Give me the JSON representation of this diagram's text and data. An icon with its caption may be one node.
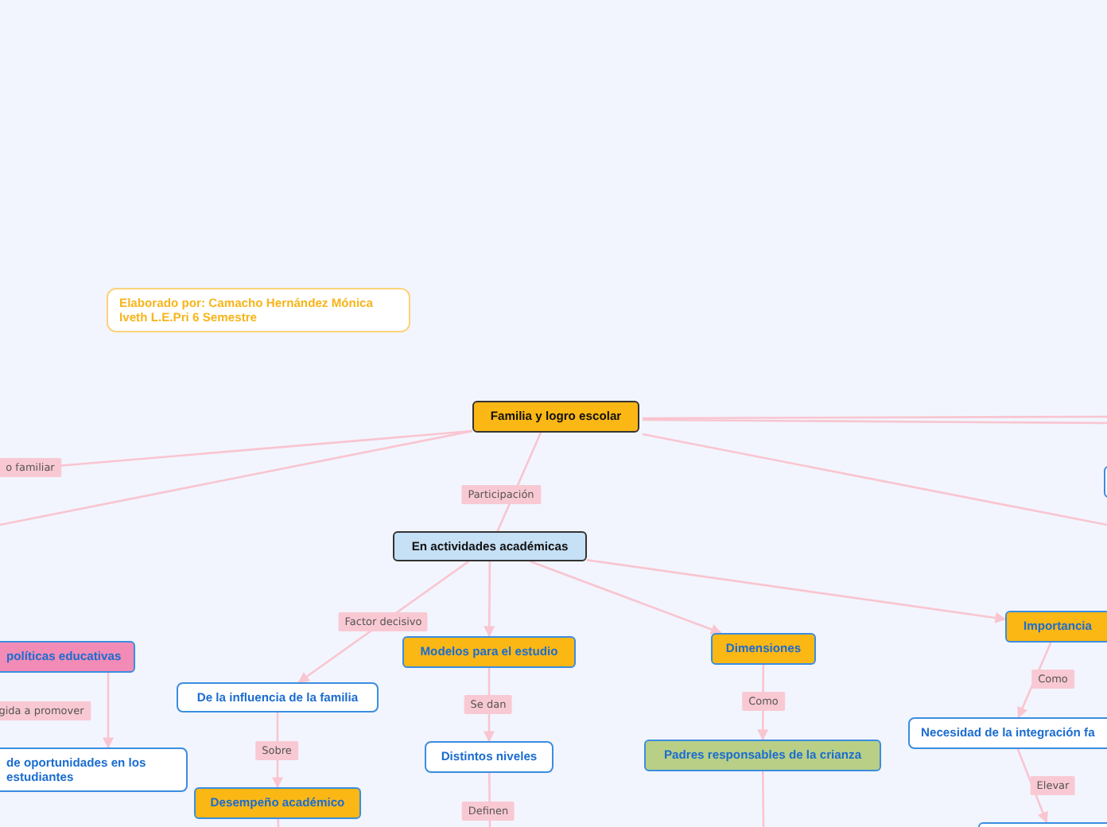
{
  "diagram": {
    "nodes": [
      {
        "text": [
          "Elaborado por: Camacho Hernández Mónica Iveth   L.E.Pri  6 Semestre"
        ]
      },
      {
        "text": [
          "Familia y logro escolar"
        ]
      },
      {
        "text": [
          "En actividades académicas"
        ]
      },
      {
        "text": [
          "Modelos para el estudio"
        ]
      },
      {
        "text": [
          "De la influencia de la familia"
        ]
      },
      {
        "text": [
          "Desempeño académico"
        ]
      },
      {
        "text": [
          "Distintos niveles"
        ]
      },
      {
        "text": [
          "Dimensiones"
        ]
      },
      {
        "text": [
          "Padres responsables de la crianza"
        ]
      },
      {
        "text": [
          "Importancia"
        ]
      },
      {
        "text": [
          "Necesidad de la integración fa"
        ]
      },
      {
        "text": [
          "políticas educativas"
        ]
      },
      {
        "text": [
          "de oportunidades en los estudiantes"
        ]
      },
      {
        "text": [],
        "shape": "box"
      },
      {
        "text": [],
        "shape": "box"
      }
    ],
    "edges": [
      {
        "from": 1,
        "to": null,
        "arrow": "none",
        "label": "o familiar"
      },
      {
        "from": 1,
        "to": null,
        "arrow": "none"
      },
      {
        "from": 1,
        "to": 2,
        "arrow": "none",
        "label": "Participación"
      },
      {
        "from": 1,
        "to": null,
        "arrow": "none"
      },
      {
        "from": 1,
        "to": null,
        "arrow": "none"
      },
      {
        "from": 1,
        "to": null,
        "arrow": "none"
      },
      {
        "from": 2,
        "to": 4,
        "arrow": "to",
        "label": "Factor decisivo"
      },
      {
        "from": 2,
        "to": 3,
        "arrow": "to"
      },
      {
        "from": 2,
        "to": 7,
        "arrow": "to"
      },
      {
        "from": 2,
        "to": 9,
        "arrow": "to"
      },
      {
        "from": 3,
        "to": 6,
        "arrow": "to",
        "label": "Se dan"
      },
      {
        "from": 4,
        "to": 5,
        "arrow": "to",
        "label": "Sobre"
      },
      {
        "from": 7,
        "to": 8,
        "arrow": "to",
        "label": "Como"
      },
      {
        "from": 9,
        "to": 10,
        "arrow": "to",
        "label": "Como"
      },
      {
        "from": 10,
        "to": 14,
        "arrow": "to",
        "label": "Elevar"
      },
      {
        "from": 11,
        "to": 12,
        "arrow": "to",
        "label": "gida a promover"
      },
      {
        "from": 6,
        "to": null,
        "arrow": "none",
        "label": "Definen"
      },
      {
        "from": 5,
        "to": null,
        "arrow": "none"
      },
      {
        "from": 8,
        "to": null,
        "arrow": "none"
      }
    ]
  }
}
